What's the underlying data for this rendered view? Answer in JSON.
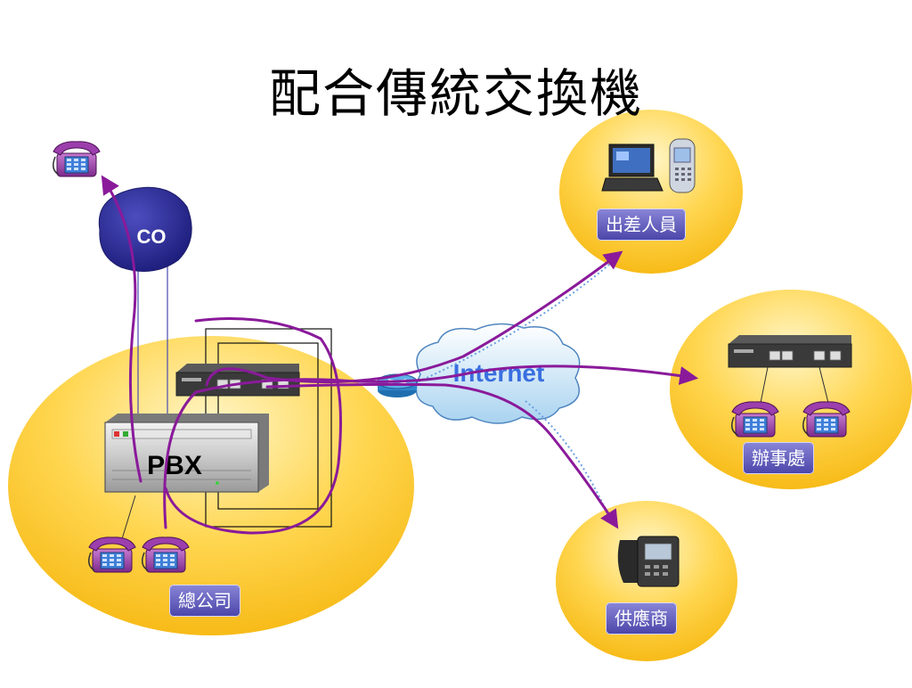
{
  "title": "配合傳統交換機",
  "nodes": {
    "co": "CO",
    "pbx": "PBX",
    "internet": "Internet"
  },
  "labels": {
    "travel": "出差人員",
    "branch": "辦事處",
    "hq": "總公司",
    "supplier": "供應商"
  },
  "icons": [
    "telephone-icon",
    "laptop-icon",
    "mobile-phone-icon",
    "voip-gateway-icon",
    "router-icon",
    "ip-phone-icon",
    "pbx-icon",
    "cloud-icon"
  ],
  "colors": {
    "zone_fill": "#fcc92e",
    "co_fill": "#2f2f9c",
    "path_stroke": "#8a1a9a",
    "label_box": "#5a55b8"
  }
}
